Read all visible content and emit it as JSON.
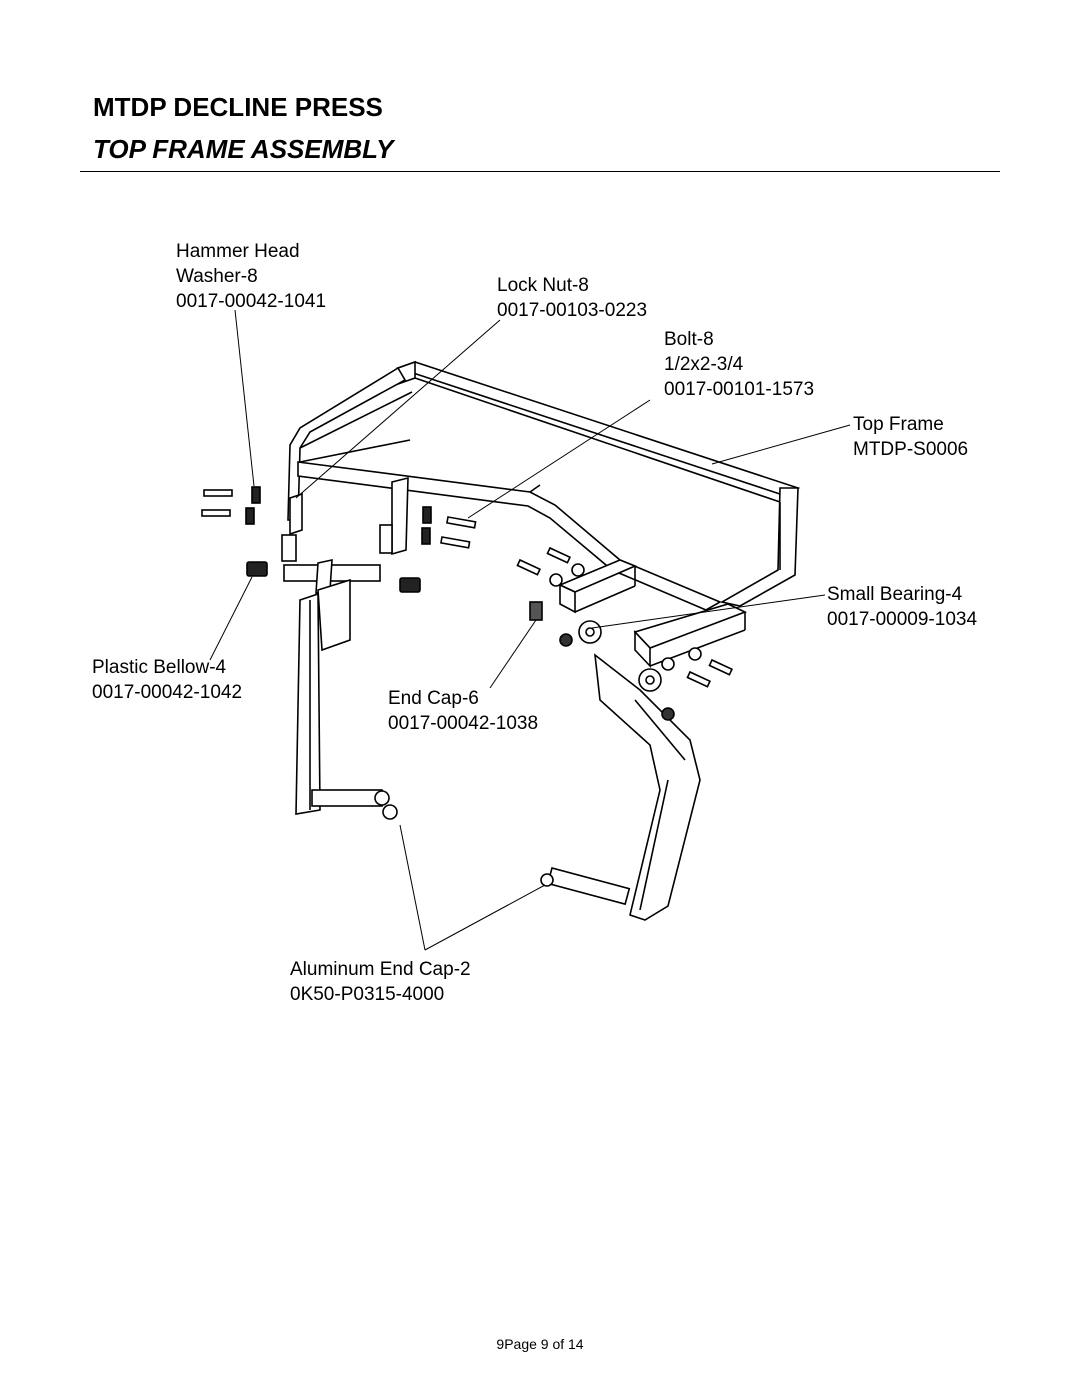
{
  "header": {
    "title": "MTDP DECLINE PRESS",
    "subtitle": "TOP FRAME ASSEMBLY"
  },
  "callouts": {
    "hammer_head_washer": {
      "name1": "Hammer Head",
      "name2": "Washer-8",
      "part": "0017-00042-1041"
    },
    "lock_nut": {
      "name": "Lock Nut-8",
      "part": "0017-00103-0223"
    },
    "bolt": {
      "name": "Bolt-8",
      "size": "1/2x2-3/4",
      "part": "0017-00101-1573"
    },
    "top_frame": {
      "name": "Top Frame",
      "part": "MTDP-S0006"
    },
    "small_bearing": {
      "name": "Small Bearing-4",
      "part": "0017-00009-1034"
    },
    "plastic_bellow": {
      "name": "Plastic Bellow-4",
      "part": "0017-00042-1042"
    },
    "end_cap": {
      "name": "End Cap-6",
      "part": "0017-00042-1038"
    },
    "aluminum_end_cap": {
      "name": "Aluminum End Cap-2",
      "part": "0K50-P0315-4000"
    }
  },
  "footer": {
    "page_label": "9Page 9 of 14"
  }
}
